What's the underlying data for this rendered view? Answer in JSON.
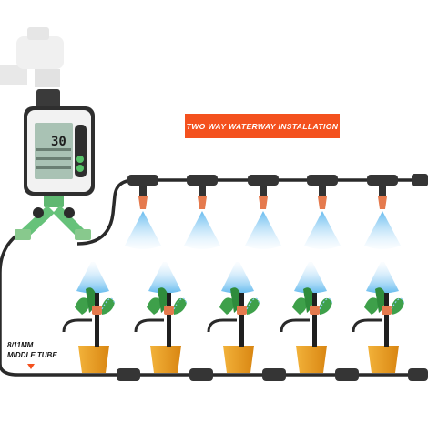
{
  "banner": {
    "text": "TWO WAY WATERWAY INSTALLATION"
  },
  "tube_label": {
    "line1": "8/11MM",
    "line2": "MIDDLE TUBE"
  },
  "timer": {
    "display_value": "30"
  },
  "colors": {
    "tube": "#2a2a2a",
    "banner": "#f4511e",
    "nozzle": "#e57a4e",
    "splitter": "#66c27a",
    "pot": "#e89a1f",
    "leaf": "#3ea04a",
    "spray": "#8ecdf2",
    "faucet": "#e6e6e6"
  },
  "icons": [
    "faucet-icon",
    "timer-icon",
    "splitter-icon",
    "sprinkler-icon",
    "plant-pot-icon"
  ]
}
